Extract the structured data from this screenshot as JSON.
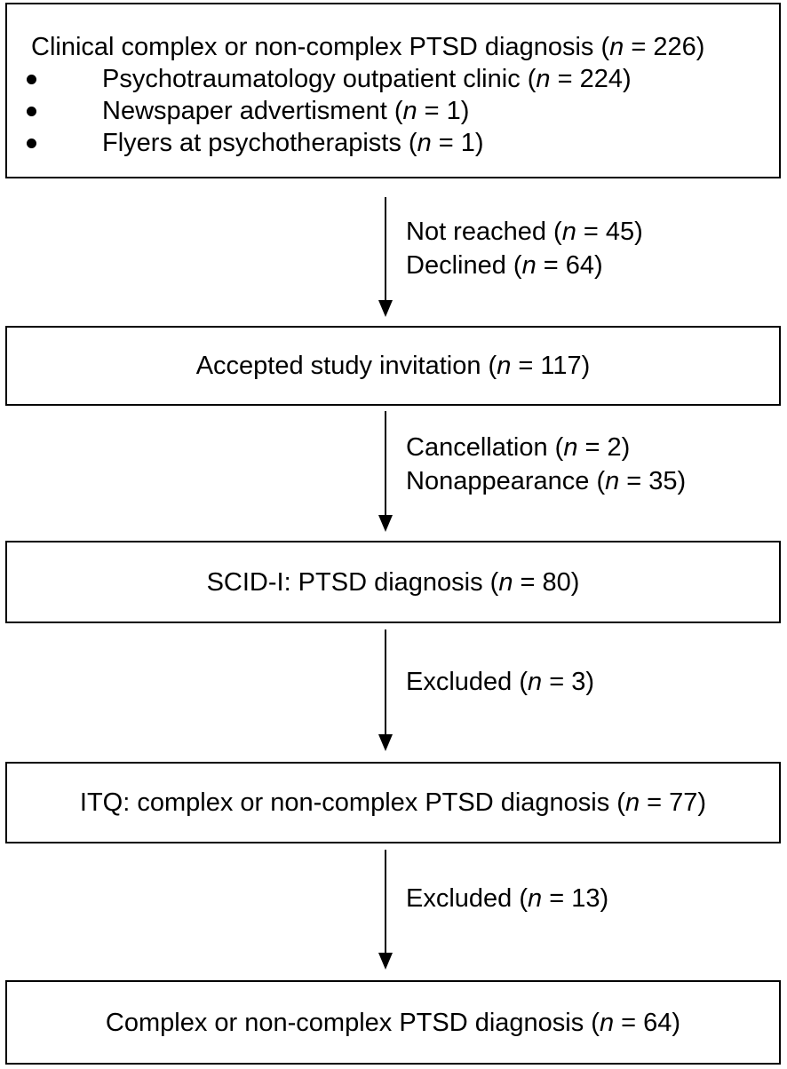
{
  "boxes": [
    {
      "id": "clinical",
      "lead": "Clinical complex or non-complex PTSD diagnosis (",
      "n_sym": "n",
      "tail": " = 226)",
      "bullets": [
        {
          "lead": "Psychotraumatology outpatient clinic (",
          "n_sym": "n",
          "tail": " = 224)"
        },
        {
          "lead": "Newspaper advertisment (",
          "n_sym": "n",
          "tail": " = 1)"
        },
        {
          "lead": "Flyers at psychotherapists (",
          "n_sym": "n",
          "tail": " = 1)"
        }
      ]
    },
    {
      "id": "accepted",
      "lead": "Accepted study invitation (",
      "n_sym": "n",
      "tail": " = 117)"
    },
    {
      "id": "scid",
      "lead": "SCID-I: PTSD diagnosis (",
      "n_sym": "n",
      "tail": " = 80)"
    },
    {
      "id": "itq",
      "lead": "ITQ: complex or non-complex PTSD diagnosis (",
      "n_sym": "n",
      "tail": " = 77)"
    },
    {
      "id": "final",
      "lead": "Complex or non-complex PTSD diagnosis (",
      "n_sym": "n",
      "tail": " = 64)"
    }
  ],
  "exclusions": [
    {
      "lines": [
        {
          "lead": "Not reached (",
          "n_sym": "n",
          "tail": " = 45)"
        },
        {
          "lead": "Declined (",
          "n_sym": "n",
          "tail": " = 64)"
        }
      ]
    },
    {
      "lines": [
        {
          "lead": "Cancellation (",
          "n_sym": "n",
          "tail": " = 2)"
        },
        {
          "lead": "Nonappearance (",
          "n_sym": "n",
          "tail": " = 35)"
        }
      ]
    },
    {
      "lines": [
        {
          "lead": "Excluded (",
          "n_sym": "n",
          "tail": " = 3)"
        }
      ]
    },
    {
      "lines": [
        {
          "lead": "Excluded (",
          "n_sym": "n",
          "tail": " = 13)"
        }
      ]
    }
  ]
}
